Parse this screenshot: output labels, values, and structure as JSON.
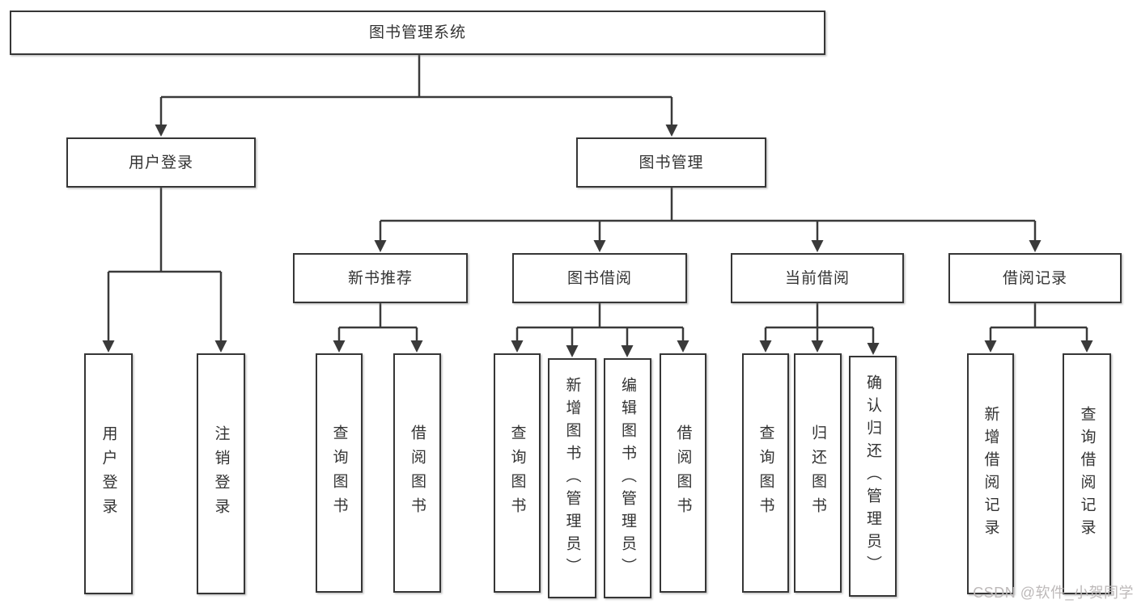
{
  "tree": {
    "root": "图书管理系统",
    "branches": [
      {
        "label": "用户登录",
        "children": [
          "用户登录",
          "注销登录"
        ]
      },
      {
        "label": "图书管理",
        "children": [
          {
            "label": "新书推荐",
            "children": [
              "查询图书",
              "借阅图书"
            ]
          },
          {
            "label": "图书借阅",
            "children": [
              "查询图书",
              "新增图书（管理员）",
              "编辑图书（管理员）",
              "借阅图书"
            ]
          },
          {
            "label": "当前借阅",
            "children": [
              "查询图书",
              "归还图书",
              "确认归还（管理员）"
            ]
          },
          {
            "label": "借阅记录",
            "children": [
              "新增借阅记录",
              "查询借阅记录"
            ]
          }
        ]
      }
    ]
  },
  "watermark": "CSDN @软件_小贺同学",
  "colors": {
    "stroke": "#3a3a3a",
    "border": "#363636",
    "text": "#333333",
    "watermark": "#bdb9b9",
    "background": "#ffffff"
  }
}
